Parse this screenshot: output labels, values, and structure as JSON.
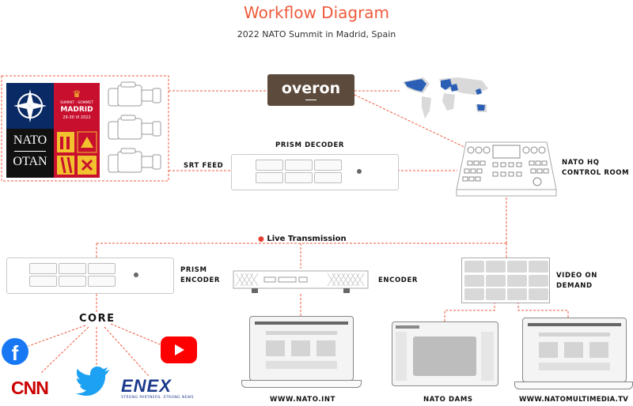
{
  "header": {
    "title": "Workflow Diagram",
    "subtitle": "2022 NATO Summit in Madrid, Spain"
  },
  "logos": {
    "overon": "overon",
    "nato_en": "NATO",
    "nato_fr": "OTAN",
    "summit_line1": "SUMMIT · SOMMET",
    "summit_city": "MADRID",
    "summit_dates": "29-30 VI 2022"
  },
  "nodes": {
    "prism_decoder": "PRISM DECODER",
    "srt_feed": "SRT FEED",
    "control_room_line1": "NATO HQ",
    "control_room_line2": "CONTROL ROOM",
    "live_transmission": "Live Transmission",
    "prism_encoder_line1": "PRISM",
    "prism_encoder_line2": "ENCODER",
    "encoder": "ENCODER",
    "vod_line1": "VIDEO ON",
    "vod_line2": "DEMAND",
    "core": "CORE"
  },
  "outputs": {
    "nato_int": "WWW.NATO.INT",
    "nato_dams": "NATO DAMS",
    "nato_multimedia": "WWW.NATOMULTIMEDIA.TV"
  },
  "social": {
    "cnn": "CNN",
    "enex": "ENEX",
    "enex_tagline": "STRONG PARTNERS. STRONG NEWS"
  },
  "colors": {
    "accent": "#ef5a3c",
    "overon_brown": "#5c4a3c",
    "nato_blue": "#0a2a66",
    "summit_red": "#c8102e",
    "facebook": "#1877f2",
    "youtube": "#ff0000",
    "twitter": "#1da1f2",
    "enex_blue": "#1b3a8c"
  }
}
